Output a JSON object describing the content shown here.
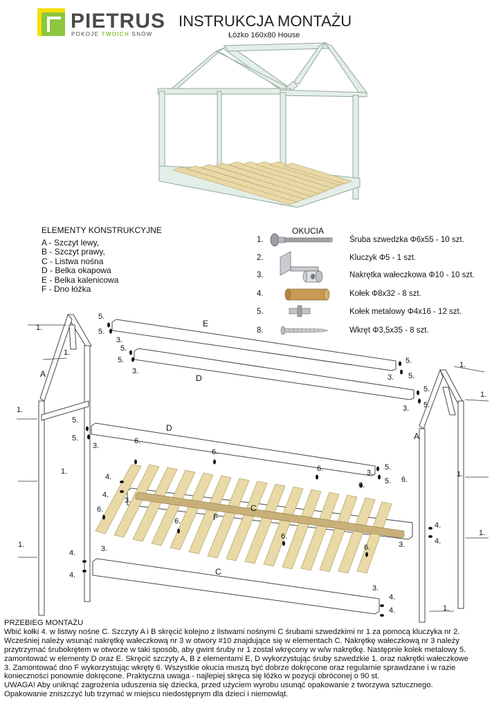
{
  "header": {
    "brand": "PIETRUS",
    "tagline_a": "POKOJE ",
    "tagline_b": "TWOICH",
    "tagline_c": " SNÓW",
    "title": "INSTRUKCJA MONTAŻU",
    "subtitle": "Łóżko 160x80 House",
    "brand_colors": {
      "logo_green": "#8dc63f",
      "logo_yellow": "#f2e000",
      "text_gray": "#4a4a4a"
    }
  },
  "elements": {
    "heading": "ELEMENTY KONSTRUKCYJNE",
    "items": [
      "A - Szczyt lewy,",
      "B - Szczyt prawy,",
      "C - Listwa nośna",
      "D - Belka okapowa",
      "E - Belka kalenicowa",
      "F - Dno łóżka"
    ]
  },
  "hardware": {
    "heading": "OKUCIA",
    "items": [
      {
        "num": "1.",
        "desc": "Śruba szwedzka Φ6x55 - 10 szt.",
        "icon": "bolt-icon"
      },
      {
        "num": "2.",
        "desc": "Kluczyk Φ5 - 1 szt.",
        "icon": "allen-key-icon"
      },
      {
        "num": "3.",
        "desc": "Nakrętka wałeczkowa Φ10 - 10 szt.",
        "icon": "barrel-nut-icon"
      },
      {
        "num": "4.",
        "desc": "Kołek Φ8x32 - 8 szt.",
        "icon": "wooden-dowel-icon"
      },
      {
        "num": "5.",
        "desc": "Kołek metalowy Φ4x16 - 12 szt.",
        "icon": "metal-pin-icon"
      },
      {
        "num": "8.",
        "desc": "Wkręt Φ3,5x35 - 8 szt.",
        "icon": "wood-screw-icon"
      }
    ]
  },
  "diagram": {
    "part_labels": {
      "A": "A",
      "E": "E",
      "D": "D",
      "C": "C",
      "F": "F"
    },
    "callouts": {
      "n1": "1.",
      "n3": "3.",
      "n4": "4.",
      "n5": "5.",
      "n6": "6."
    }
  },
  "assembly": {
    "heading": "PRZEBIEG MONTAŻU",
    "lines": [
      "Wbić kołki 4. w listwy nośne C. Szczyty A i B skręcić kolejno z listwami nośnymi C śrubami szwedzkimi nr 1 za pomocą kluczyka nr 2.",
      "Wcześniej należy wsunąć nakrętkę wałeczkową nr 3 w otwory #10 znajdujące się w elementach C. Nakrętkę wałeczkową nr 3 należy",
      "przytrzymać śrubokrętem w otworze w taki sposób, aby gwint śruby nr 1 został wkręcony w w/w nakrętkę. Następnie kolek metalowy 5.",
      "zamontować w elementy D oraz E. Skręcić szczyty A, B z elementami E, D wykorzystując śruby szwedzkie 1. oraz nakrętki wałeczkowe",
      "3. Zamontować dno F wykorzystując wkręty 6. Wszystkie okucia muszą być dobrze dokręcone oraz regularnie sprawdzane i w razie",
      "konieczności ponownie dokręcone. Praktyczna uwaga - najlepiej skręca się łóżko w pozycji obróconej o 90 st.",
      "UWAGA! Aby uniknąć zagrożenia uduszenia się dziecka, przed użyciem wyrobu usunąć opakowanie z tworzywa sztucznego.",
      "Opakowanie zniszczyć lub trzymać w miejscu niedostępnym dla dzieci i niemowląt."
    ]
  }
}
